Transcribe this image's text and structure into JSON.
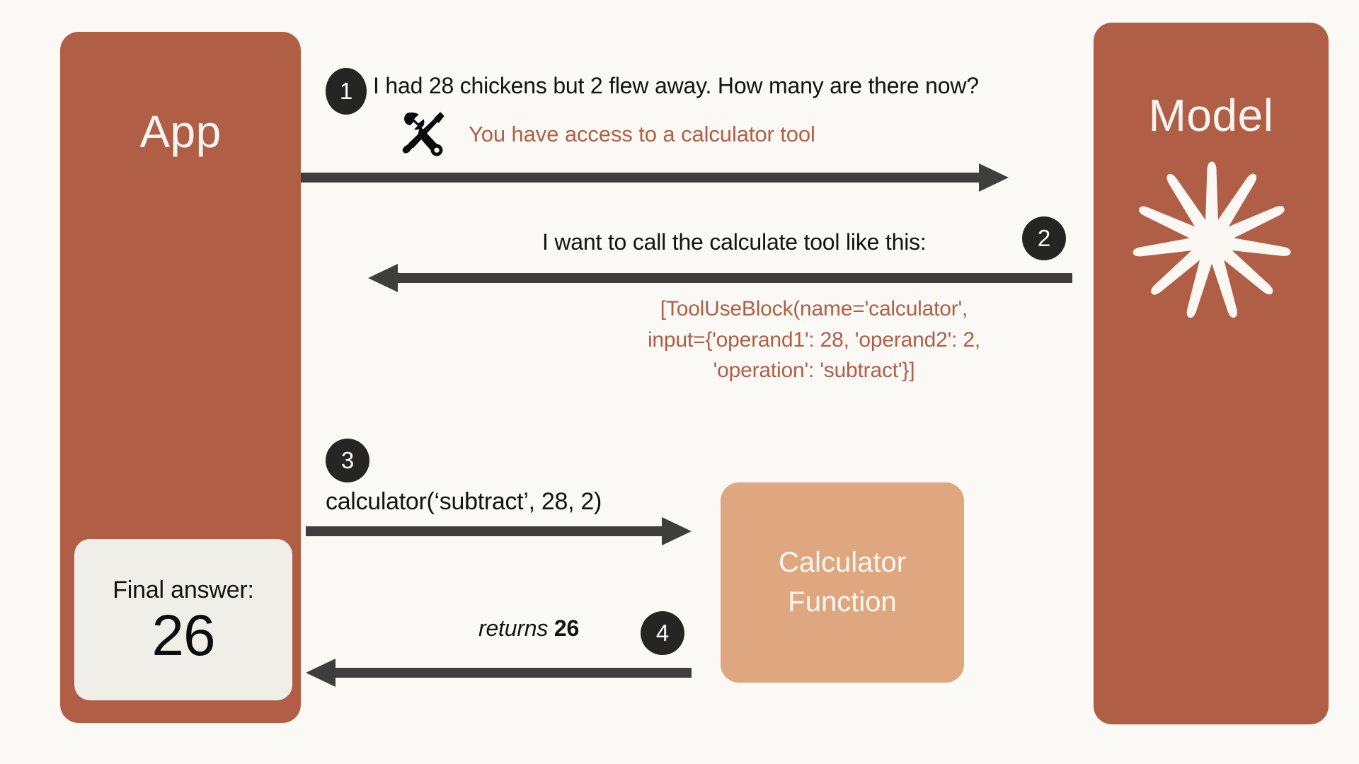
{
  "colors": {
    "background": "#faf9f5",
    "brand_orange": "#b05f46",
    "panel_text": "#f8f4ef",
    "badge_dark": "#262523",
    "calculator_box": "#dfa77f",
    "answer_card": "#efeee9",
    "arrow": "#3f3e3c"
  },
  "panels": {
    "app": {
      "title": "App"
    },
    "model": {
      "title": "Model",
      "logo_icon": "anthropic-starburst-icon"
    }
  },
  "final_answer": {
    "label": "Final answer:",
    "value": "26"
  },
  "calculator_box": {
    "line1": "Calculator",
    "line2": "Function"
  },
  "steps": [
    {
      "number": "1",
      "message": "I had 28 chickens but 2 flew away. How many are there now?",
      "tool_icon": "hammer-and-wrench-icon",
      "tool_note": "You have access to a calculator tool",
      "direction": "app-to-model"
    },
    {
      "number": "2",
      "message": "I want to call the calculate tool like this:",
      "code": [
        "[ToolUseBlock(name='calculator',",
        "input={'operand1': 28, 'operand2': 2,",
        "'operation': 'subtract'}]"
      ],
      "direction": "model-to-app"
    },
    {
      "number": "3",
      "message": "calculator(‘subtract’, 28, 2)",
      "direction": "app-to-calculator"
    },
    {
      "number": "4",
      "message_italic": "returns",
      "message_bold": "26",
      "direction": "calculator-to-app"
    }
  ]
}
